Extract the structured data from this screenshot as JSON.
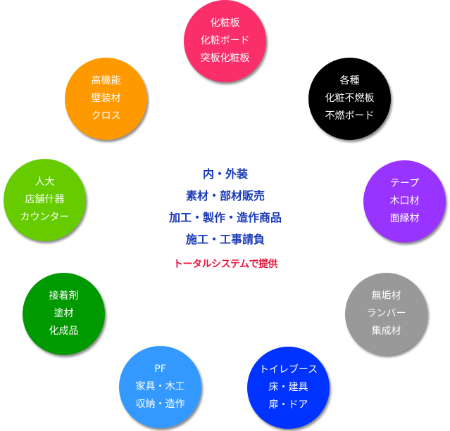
{
  "center": {
    "lines": [
      "内・外装",
      "素材・部材販売",
      "加工・製作・造作商品",
      "施工・工事請負"
    ],
    "tagline": "トータルシステムで提供",
    "line_color": "#1a3ab8",
    "tagline_color": "#e8143c"
  },
  "circles": [
    {
      "id": "decorative-board",
      "color": "#fa2f6a",
      "lines": [
        "化粧板",
        "化粧ボード",
        "突板化粧板"
      ]
    },
    {
      "id": "noncombustible",
      "color": "#000000",
      "lines": [
        "各種",
        "化粧不燃板",
        "不燃ボード"
      ]
    },
    {
      "id": "edge-tape",
      "color": "#9933ff",
      "lines": [
        "テープ",
        "木口材",
        "面縁材"
      ]
    },
    {
      "id": "solid-wood",
      "color": "#999999",
      "lines": [
        "無垢材",
        "ランバー",
        "集成材"
      ]
    },
    {
      "id": "toilet-booth",
      "color": "#0033ff",
      "lines": [
        "トイレブース",
        "床・建具",
        "扉・ドア"
      ]
    },
    {
      "id": "pf-furniture",
      "color": "#3399ff",
      "lines": [
        "PF",
        "家具・木工",
        "収納・造作"
      ]
    },
    {
      "id": "adhesive",
      "color": "#009900",
      "lines": [
        "接着剤",
        "塗材",
        "化成品"
      ]
    },
    {
      "id": "store-fixture",
      "color": "#66cc00",
      "lines": [
        "人大",
        "店舗什器",
        "カウンター"
      ]
    },
    {
      "id": "wall-material",
      "color": "#ff9900",
      "lines": [
        "高機能",
        "壁装材",
        "クロス"
      ]
    }
  ]
}
